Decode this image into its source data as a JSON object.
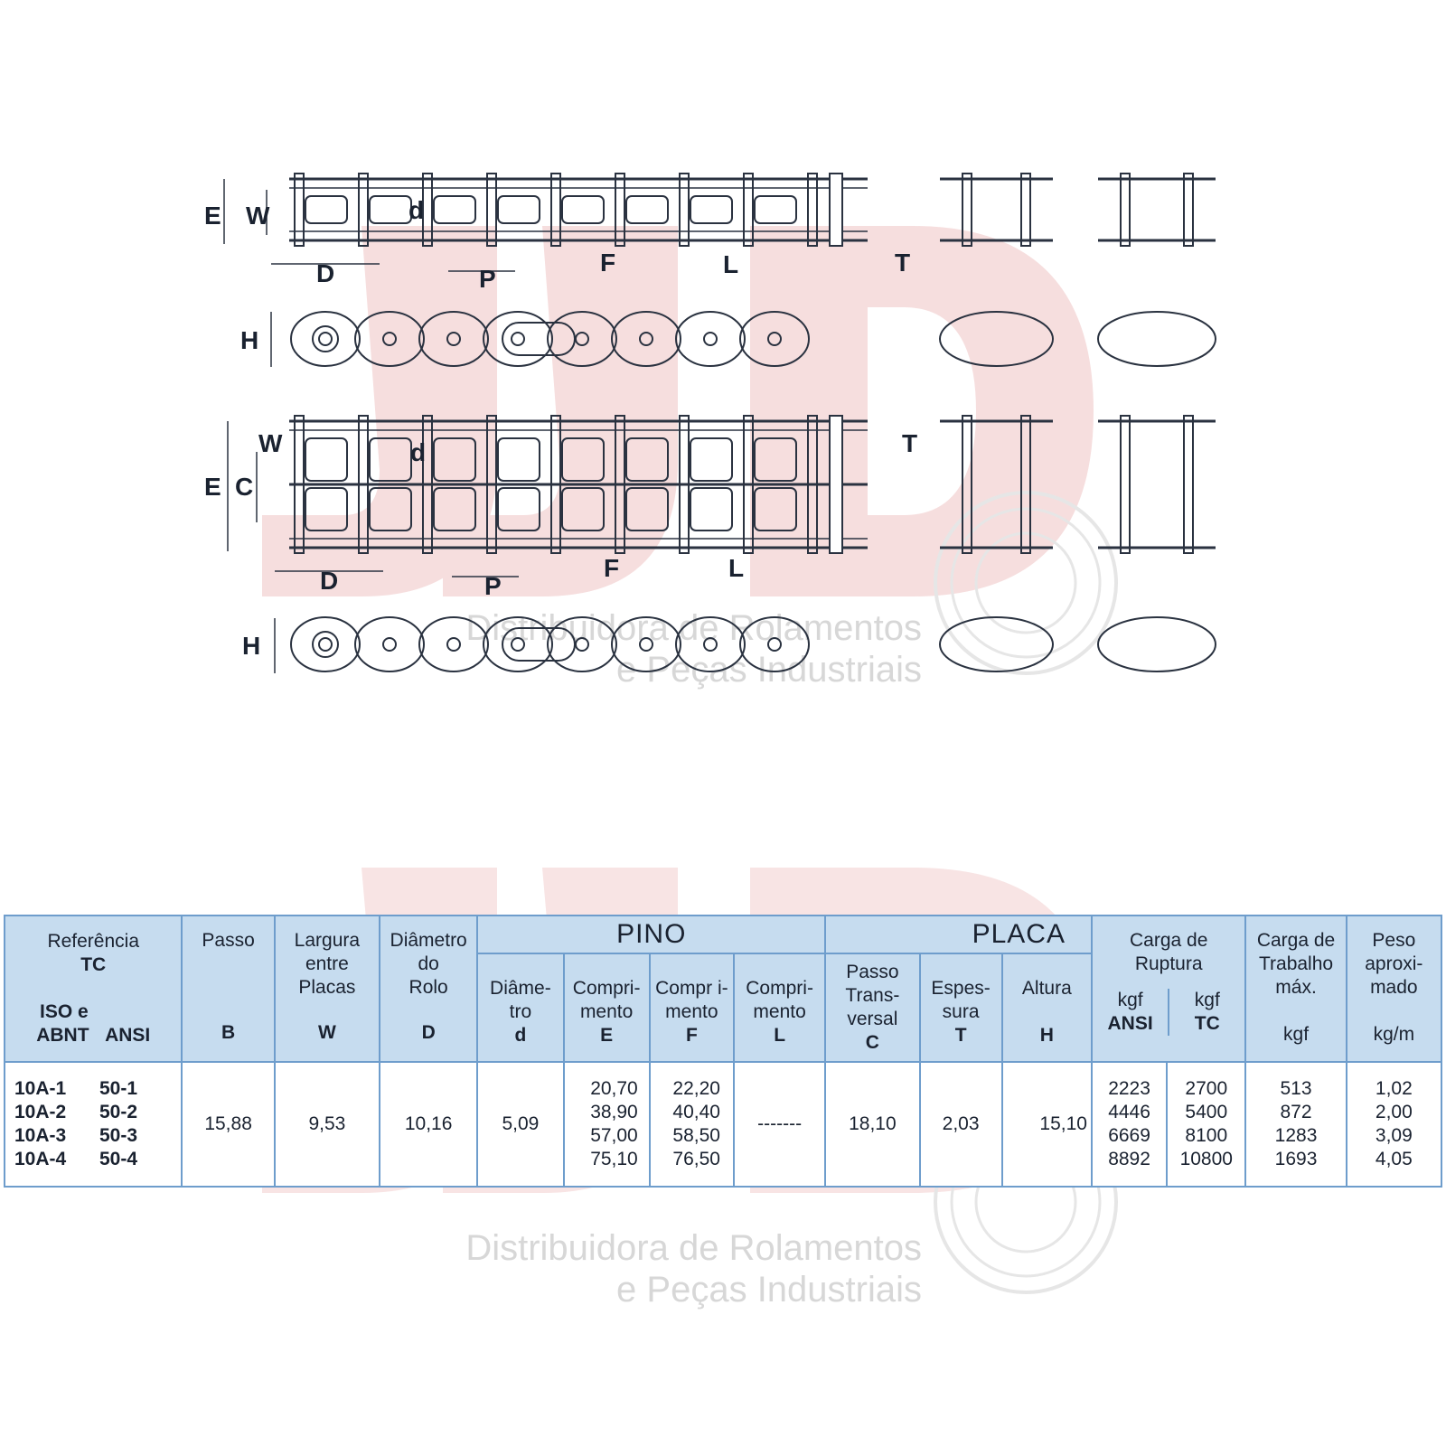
{
  "watermark": {
    "line1": "Distribuidora de Rolamentos",
    "line2": "e Peças Industriais"
  },
  "diagram_labels": {
    "E": "E",
    "W": "W",
    "d": "d",
    "D": "D",
    "P": "P",
    "F": "F",
    "L": "L",
    "T": "T",
    "H": "H",
    "C": "C"
  },
  "table": {
    "header": {
      "ref_line1": "Referência",
      "ref_line2": "TC",
      "ref_line3": "ISO e",
      "ref_iso": "ABNT",
      "ref_ansi": "ANSI",
      "passo": "Passo",
      "passo_sym": "B",
      "largura_1": "Largura",
      "largura_2": "entre",
      "largura_3": "Placas",
      "largura_sym": "W",
      "diam_1": "Diâmetro",
      "diam_2": "do",
      "diam_3": "Rolo",
      "diam_sym": "D",
      "pino": "PINO",
      "placa": "PLACA",
      "pd_1": "Diâme-",
      "pd_2": "tro",
      "pd_sym": "d",
      "pe_1": "Compri-",
      "pe_2": "mento",
      "pe_sym": "E",
      "pf_1": "Compr i-",
      "pf_2": "mento",
      "pf_sym": "F",
      "pl_1": "Compri-",
      "pl_2": "mento",
      "pl_sym": "L",
      "pc_1": "Passo",
      "pc_2": "Trans-",
      "pc_3": "versal",
      "pc_sym": "C",
      "pt_1": "Espes-",
      "pt_2": "sura",
      "pt_sym": "T",
      "ph_1": "Altura",
      "ph_sym": "H",
      "carga_1": "Carga de",
      "carga_2": "Ruptura",
      "kgf": "kgf",
      "ansi": "ANSI",
      "tc": "TC",
      "trab_1": "Carga de",
      "trab_2": "Trabalho",
      "trab_3": "máx.",
      "trab_unit": "kgf",
      "peso_1": "Peso",
      "peso_2": "aproxi-",
      "peso_3": "mado",
      "peso_unit": "kg/m"
    },
    "refs_iso": [
      "10A-1",
      "10A-2",
      "10A-3",
      "10A-4"
    ],
    "refs_ansi": [
      "50-1",
      "50-2",
      "50-3",
      "50-4"
    ],
    "passo": "15,88",
    "largura": "9,53",
    "diametro_rolo": "10,16",
    "pino_diametro": "5,09",
    "pino_comp_E": [
      "20,70",
      "38,90",
      "57,00",
      "75,10"
    ],
    "pino_comp_F": [
      "22,20",
      "40,40",
      "58,50",
      "76,50"
    ],
    "pino_comp_L": "-------",
    "passo_transversal": "18,10",
    "placa_espessura": "2,03",
    "placa_altura": "15,10",
    "ruptura_ansi": [
      "2223",
      "4446",
      "6669",
      "8892"
    ],
    "ruptura_tc": [
      "2700",
      "5400",
      "8100",
      "10800"
    ],
    "trabalho": [
      "513",
      "872",
      "1283",
      "1693"
    ],
    "peso": [
      "1,02",
      "2,00",
      "3,09",
      "4,05"
    ]
  }
}
